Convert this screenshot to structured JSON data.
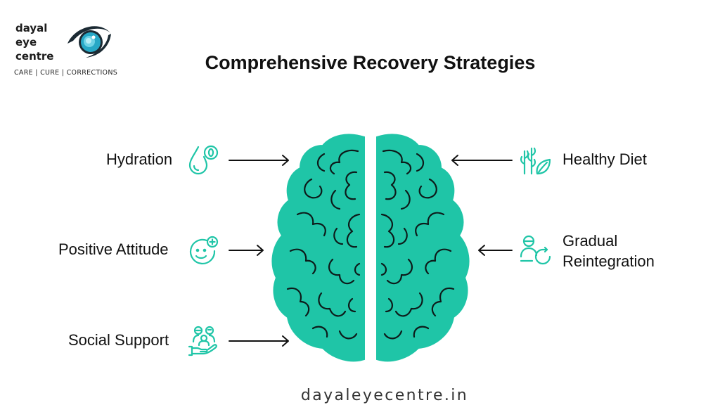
{
  "brand": {
    "line1": "dayal",
    "line2": "eye",
    "line3": "centre",
    "tagline": "CARE | CURE | CORRECTIONS"
  },
  "title": "Comprehensive Recovery Strategies",
  "strategies": {
    "hydration": "Hydration",
    "positive_attitude": "Positive Attitude",
    "social_support": "Social Support",
    "healthy_diet": "Healthy Diet",
    "gradual_line1": "Gradual",
    "gradual_line2": "Reintegration"
  },
  "footer": "dayaleyecentre.in",
  "colors": {
    "accent": "#1fc5a7",
    "logo_dark": "#1b2a33",
    "logo_teal": "#27a8c6"
  },
  "icons": {
    "hydration": "water-drop-icon",
    "positive_attitude": "smile-plus-icon",
    "social_support": "people-hand-icon",
    "healthy_diet": "plant-leaf-icon",
    "gradual": "person-cycle-icon"
  }
}
